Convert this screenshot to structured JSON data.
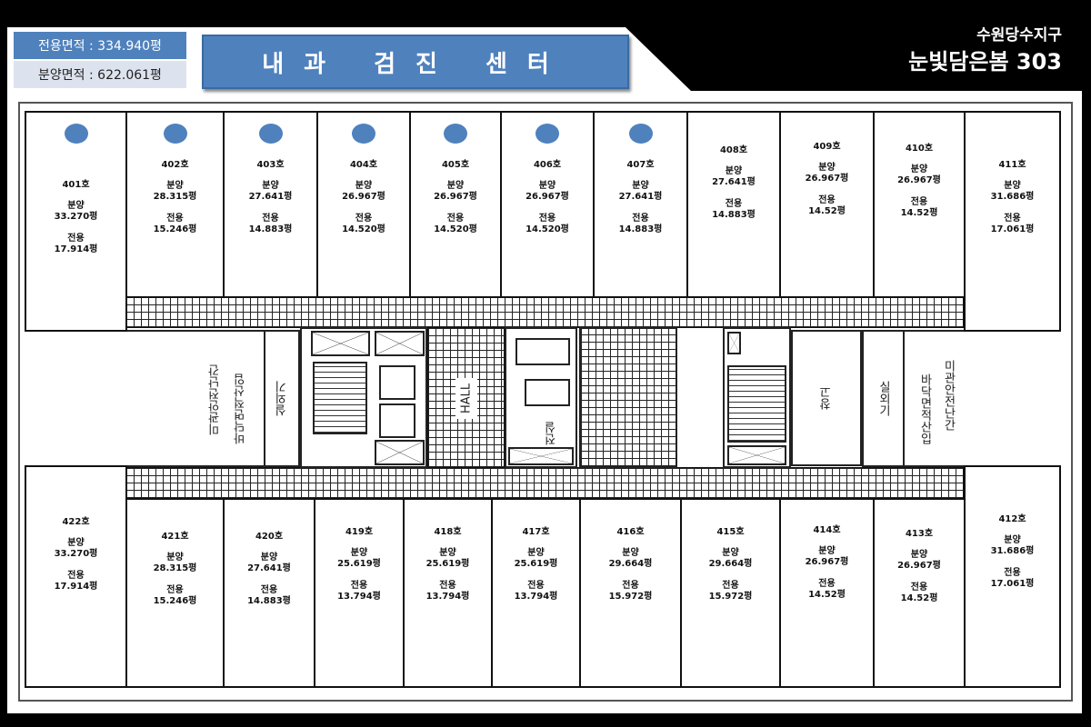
{
  "header": {
    "exclusive_area": "전용면적 : 334.940평",
    "supply_area": "분양면적 : 622.061평",
    "title": "내과 검진 센터",
    "location": "수원당수지구",
    "building": "눈빛담은봄 303"
  },
  "labels": {
    "supply": "분양",
    "exclusive": "전용"
  },
  "core_labels": {
    "balcony_left_1": "미관안전난간",
    "balcony_left_2": "바닥면적산입",
    "outdoor_unit_left": "실외기",
    "hall": "HALL",
    "anteroom": "전실",
    "storage": "창고",
    "outdoor_unit_right": "실외기",
    "balcony_right_1": "미관안전난간",
    "balcony_right_2": "바닥면적산입"
  },
  "marker_color": "#4f81bd",
  "rooms_top": [
    {
      "number": "401호",
      "supply": "33.270평",
      "exclusive": "17.914평",
      "marked": true
    },
    {
      "number": "402호",
      "supply": "28.315평",
      "exclusive": "15.246평",
      "marked": true
    },
    {
      "number": "403호",
      "supply": "27.641평",
      "exclusive": "14.883평",
      "marked": true
    },
    {
      "number": "404호",
      "supply": "26.967평",
      "exclusive": "14.520평",
      "marked": true
    },
    {
      "number": "405호",
      "supply": "26.967평",
      "exclusive": "14.520평",
      "marked": true
    },
    {
      "number": "406호",
      "supply": "26.967평",
      "exclusive": "14.520평",
      "marked": true
    },
    {
      "number": "407호",
      "supply": "27.641평",
      "exclusive": "14.883평",
      "marked": true
    },
    {
      "number": "408호",
      "supply": "27.641평",
      "exclusive": "14.883평",
      "marked": false
    },
    {
      "number": "409호",
      "supply": "26.967평",
      "exclusive": "14.52평",
      "marked": false
    },
    {
      "number": "410호",
      "supply": "26.967평",
      "exclusive": "14.52평",
      "marked": false
    },
    {
      "number": "411호",
      "supply": "31.686평",
      "exclusive": "17.061평",
      "marked": false
    }
  ],
  "rooms_bottom": [
    {
      "number": "422호",
      "supply": "33.270평",
      "exclusive": "17.914평",
      "marked": false
    },
    {
      "number": "421호",
      "supply": "28.315평",
      "exclusive": "15.246평",
      "marked": false
    },
    {
      "number": "420호",
      "supply": "27.641평",
      "exclusive": "14.883평",
      "marked": false
    },
    {
      "number": "419호",
      "supply": "25.619평",
      "exclusive": "13.794평",
      "marked": false
    },
    {
      "number": "418호",
      "supply": "25.619평",
      "exclusive": "13.794평",
      "marked": false
    },
    {
      "number": "417호",
      "supply": "25.619평",
      "exclusive": "13.794평",
      "marked": false
    },
    {
      "number": "416호",
      "supply": "29.664평",
      "exclusive": "15.972평",
      "marked": false
    },
    {
      "number": "415호",
      "supply": "29.664평",
      "exclusive": "15.972평",
      "marked": false
    },
    {
      "number": "414호",
      "supply": "26.967평",
      "exclusive": "14.52평",
      "marked": false
    },
    {
      "number": "413호",
      "supply": "26.967평",
      "exclusive": "14.52평",
      "marked": false
    },
    {
      "number": "412호",
      "supply": "31.686평",
      "exclusive": "17.061평",
      "marked": false
    }
  ]
}
